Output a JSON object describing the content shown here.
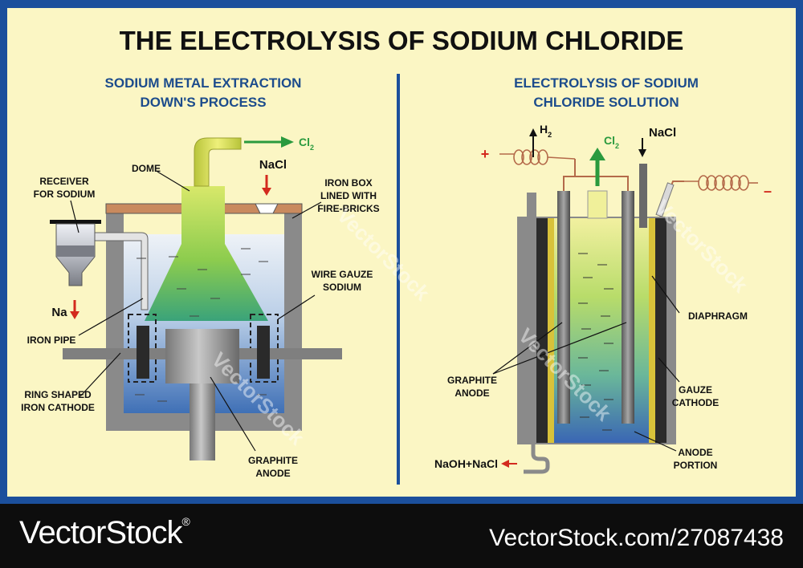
{
  "title": "THE ELECTROLYSIS OF SODIUM CHLORIDE",
  "left": {
    "heading_line1": "SODIUM METAL EXTRACTION",
    "heading_line2": "DOWN'S PROCESS",
    "labels": {
      "dome": "DOME",
      "cl2_base": "Cl",
      "cl2_sub": "2",
      "nacl": "NaCl",
      "receiver_line1": "RECEIVER",
      "receiver_line2": "FOR SODIUM",
      "iron_box_line1": "IRON BOX",
      "iron_box_line2": "LINED WITH",
      "iron_box_line3": "FIRE-BRICKS",
      "wire_gauze_line1": "WIRE GAUZE",
      "wire_gauze_line2": "SODIUM",
      "na": "Na",
      "iron_pipe": "IRON PIPE",
      "ring_line1": "RING SHAPED",
      "ring_line2": "IRON CATHODE",
      "graphite_line1": "GRAPHITE",
      "graphite_line2": "ANODE"
    }
  },
  "right": {
    "heading_line1": "ELECTROLYSIS OF SODIUM",
    "heading_line2": "CHLORIDE SOLUTION",
    "labels": {
      "h2_base": "H",
      "h2_sub": "2",
      "cl2_base": "Cl",
      "cl2_sub": "2",
      "nacl": "NaCl",
      "plus": "+",
      "minus": "–",
      "diaphragm": "DIAPHRAGM",
      "graphite_line1": "GRAPHITE",
      "graphite_line2": "ANODE",
      "gauze_line1": "GAUZE",
      "gauze_line2": "CATHODE",
      "anode_portion_line1": "ANODE",
      "anode_portion_line2": "PORTION",
      "naoh": "NaOH+NaCl"
    }
  },
  "watermark": "VectorStock",
  "footer": {
    "logo": "VectorStock",
    "logo_mark": "®",
    "url": "VectorStock.com/27087438"
  },
  "colors": {
    "frame": "#1b4f9c",
    "background": "#fbf6c4",
    "title_blue": "#1c4c8c",
    "arrow_red": "#d32a1e",
    "arrow_green": "#2a9a3e",
    "wall_gray": "#8a8a8a",
    "liquid_green": "#a6d24a",
    "liquid_blue": "#3b6fb8"
  }
}
